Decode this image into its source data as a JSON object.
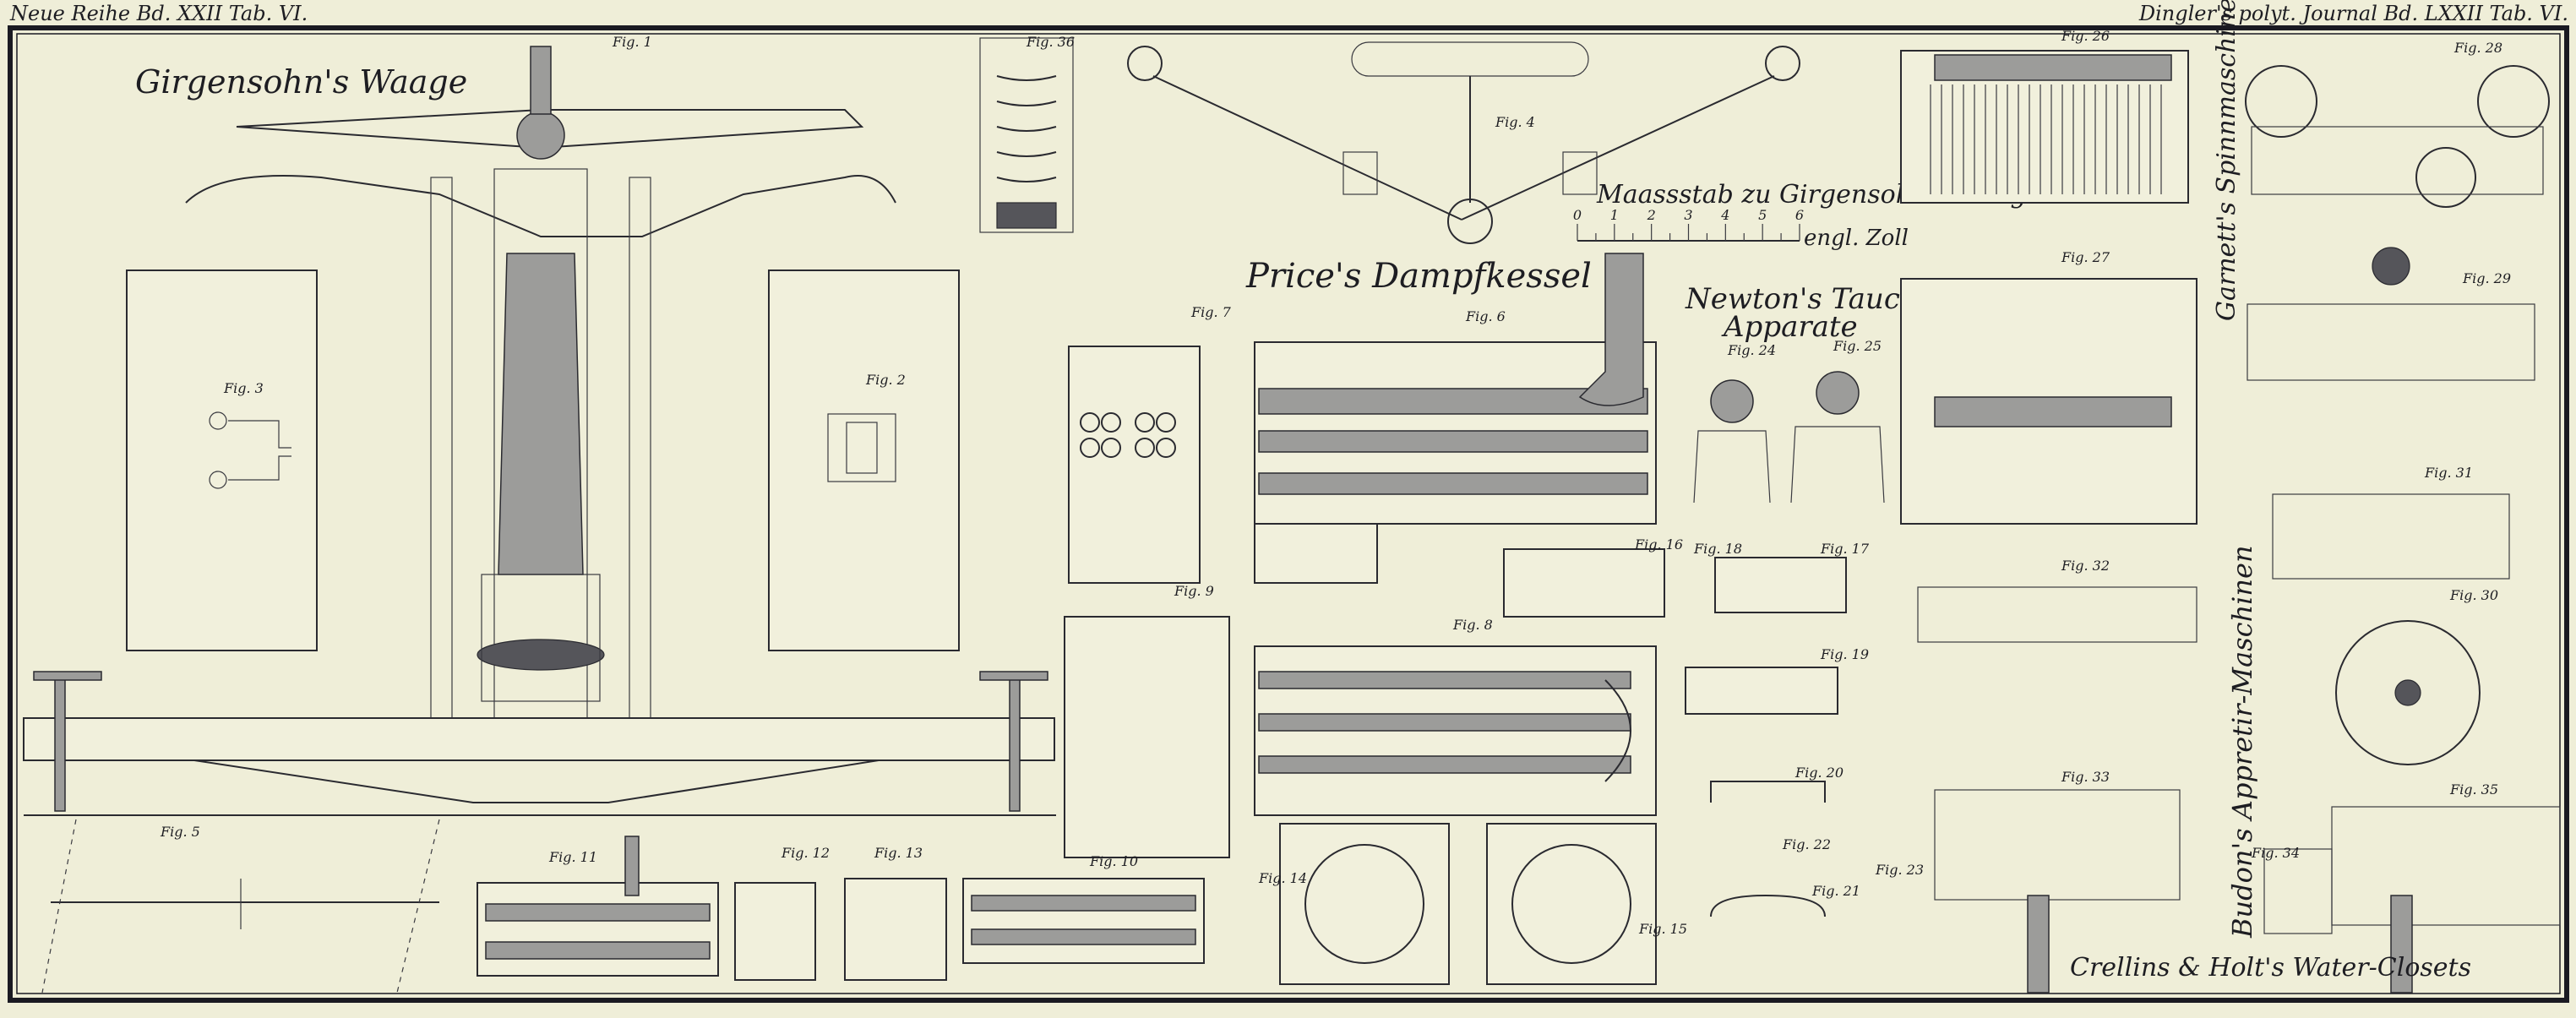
{
  "header": {
    "left": "Neue Reihe Bd. XXII Tab. VI.",
    "right": "Dingler's polyt. Journal Bd. LXXII Tab. VI."
  },
  "titles": {
    "girgensohn": "Girgensohn's Waage",
    "scale_title": "Maassstab zu Girgensohn's Waage",
    "scale_unit": "engl. Zoll",
    "scale_ticks": [
      "0",
      "1",
      "2",
      "3",
      "4",
      "5",
      "6"
    ],
    "price": "Price's Dampfkessel",
    "newton_1": "Newton's Tauch-",
    "newton_2": "Apparate",
    "garnett": "Garnett's Spinnmaschine",
    "budon": "Budon's Appretir-Maschinen",
    "crellins": "Crellins & Holt's Water-Closets"
  },
  "figures": [
    "Fig. 1",
    "Fig. 2",
    "Fig. 3",
    "Fig. 4",
    "Fig. 5",
    "Fig. 36",
    "Fig. 7",
    "Fig. 9",
    "Fig. 6",
    "Fig. 8",
    "Fig. 10",
    "Fig. 11",
    "Fig. 12",
    "Fig. 13",
    "Fig. 14",
    "Fig. 15",
    "Fig. 16",
    "Fig. 18",
    "Fig. 17",
    "Fig. 19",
    "Fig. 20",
    "Fig. 21",
    "Fig. 22",
    "Fig. 23",
    "Fig. 24",
    "Fig. 25",
    "Fig. 26",
    "Fig. 27",
    "Fig. 28",
    "Fig. 29",
    "Fig. 31",
    "Fig. 30",
    "Fig. 32",
    "Fig. 33",
    "Fig. 34",
    "Fig. 35"
  ],
  "colors": {
    "paper": "#efeed8",
    "ink": "#1d1d22"
  }
}
